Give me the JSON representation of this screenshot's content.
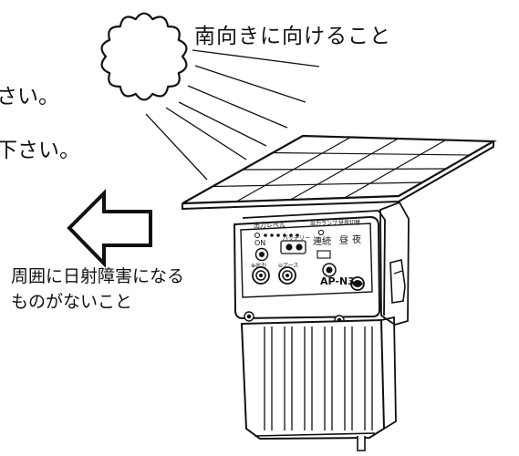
{
  "caption_south": "南向きに向けること",
  "caption_left_1": "さい。",
  "caption_left_2": "下さい。",
  "caption_clearance_1": "周囲に日射障害になる",
  "caption_clearance_2": "ものがないこと",
  "device": {
    "output_level_label": "出力レベル",
    "lamp_label": "出力ランプ",
    "switch_label": "昼夜切替",
    "mode_continuous": "連続",
    "mode_day": "昼",
    "mode_night": "夜",
    "on_label": "ON",
    "battery_label": "バッテリー",
    "output_terminal_label": "⊕出力",
    "earth_terminal_label": "⊖アース",
    "model": "AP-N3"
  },
  "colors": {
    "ink": "#111111",
    "background": "#ffffff"
  }
}
